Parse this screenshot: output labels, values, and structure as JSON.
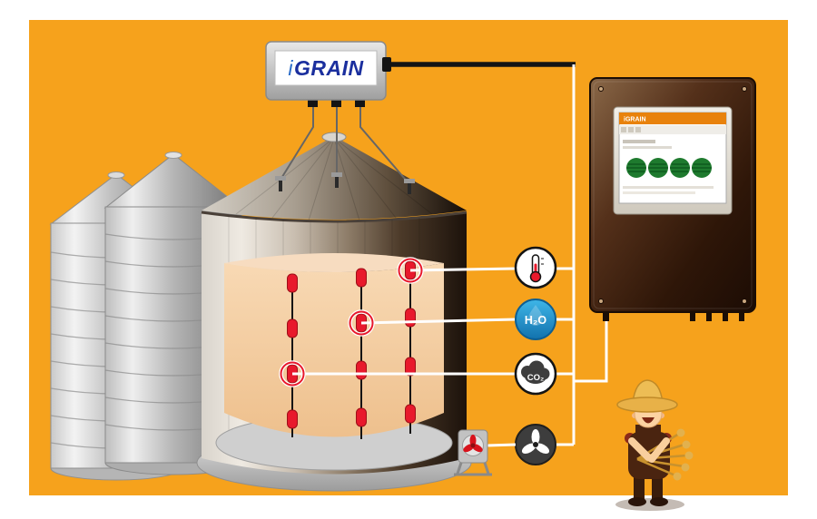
{
  "controller": {
    "i": "i",
    "grain": "GRAIN"
  },
  "monitor": {
    "header": "iGRAIN"
  },
  "icons": {
    "h2o": "H₂O",
    "co2": "CO₂"
  },
  "colors": {
    "background_orange": "#F6A21C",
    "grain_fill": "#F2C79E",
    "sensor_red": "#E8192C",
    "water_blue": "#1E9CD7",
    "brand_blue": "#1B2F9E",
    "cabinet_brown": "#3A1D0C",
    "screen_orange": "#E8820C",
    "wire_black": "#141414",
    "wire_white": "#FFFFFF"
  }
}
